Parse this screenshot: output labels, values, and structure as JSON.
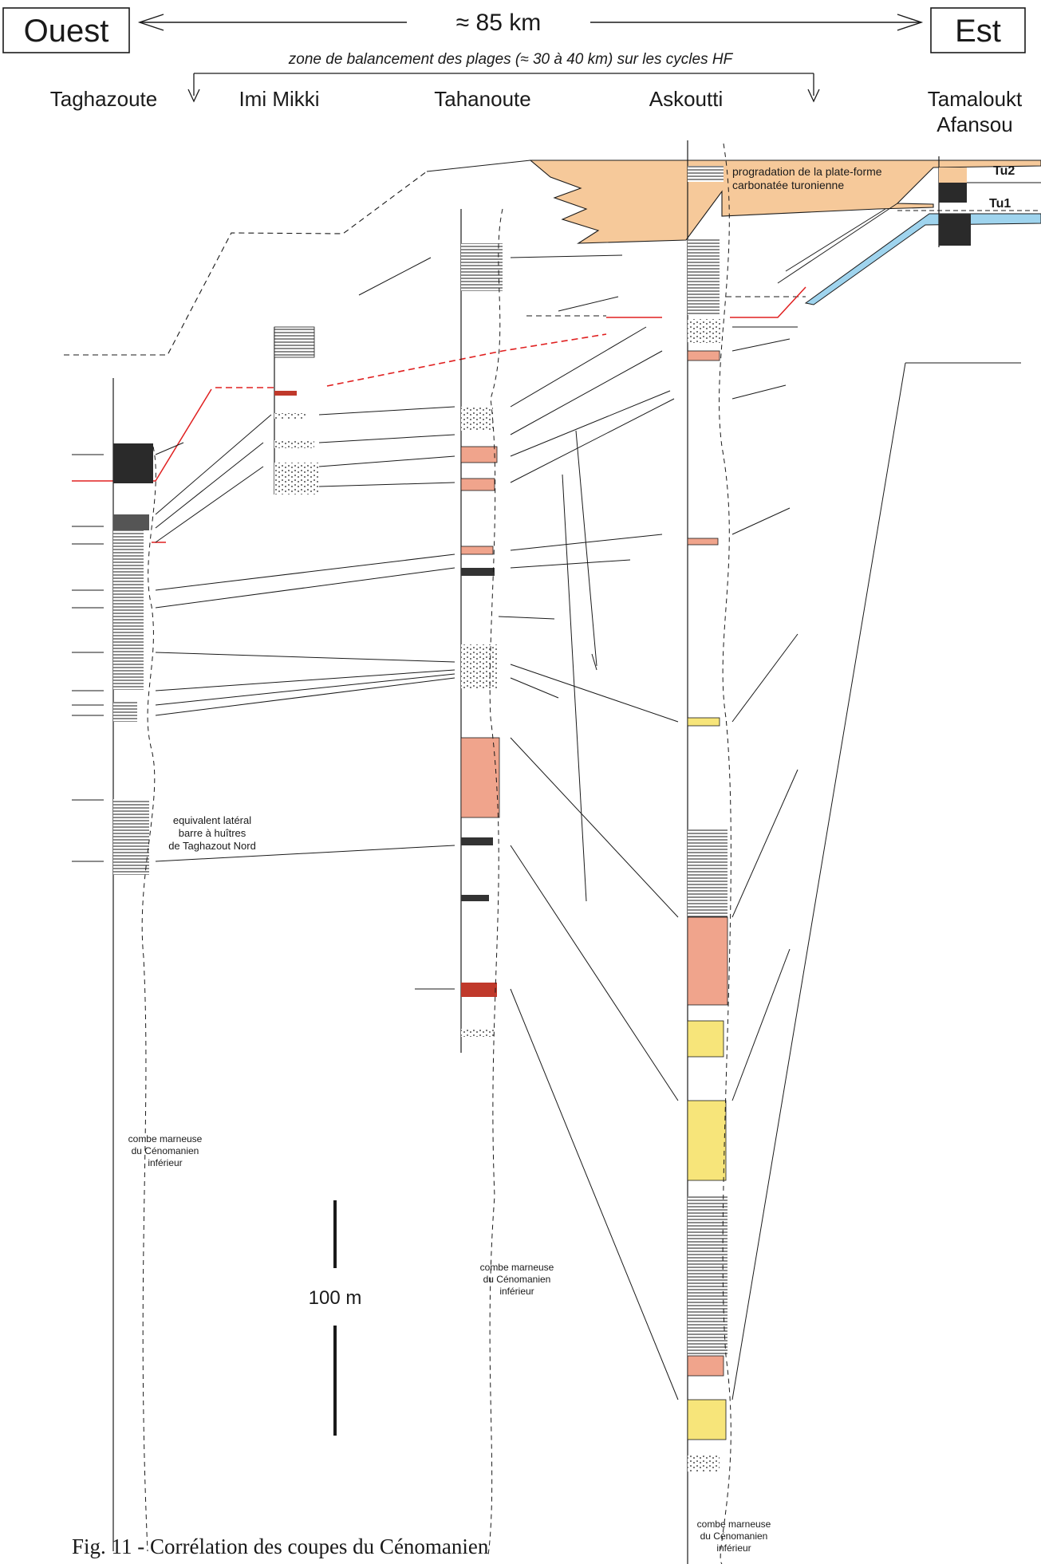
{
  "header": {
    "west": "Ouest",
    "east": "Est",
    "distance": "≈ 85 km",
    "beach_zone": "zone de balancement des plages (≈ 30 à 40 km) sur les cycles HF"
  },
  "sections": [
    {
      "id": "taghazoute",
      "name": "Taghazoute"
    },
    {
      "id": "imi-mikki",
      "name": "Imi Mikki"
    },
    {
      "id": "tahanoute",
      "name": "Tahanoute"
    },
    {
      "id": "askoutti",
      "name": "Askoutti"
    },
    {
      "id": "tamaloukt",
      "name": "Tamaloukt",
      "name2": "Afansou"
    }
  ],
  "annotations": {
    "progradation_1": "progradation de la plate-forme",
    "progradation_2": "carbonatée turonienne",
    "tu2": "Tu2",
    "tu1": "Tu1",
    "lateral_1": "equivalent latéral",
    "lateral_2": "barre à huîtres",
    "lateral_3": "de Taghazout Nord",
    "combe_1": "combe marneuse",
    "combe_2": "du Cénomanien",
    "combe_3": "inférieur"
  },
  "scale_bar": {
    "value": 100,
    "unit": "m",
    "label": "100 m"
  },
  "caption": "Fig. 11 - Corrélation des coupes du Cénomanien",
  "colors": {
    "turonian_fill": "#f6c99a",
    "marker_line": "#e02020",
    "blue_band": "#9fd4ee",
    "limestone": "#f0a48c",
    "sandstone": "#f7e57a",
    "ink": "#1a1a1a"
  }
}
